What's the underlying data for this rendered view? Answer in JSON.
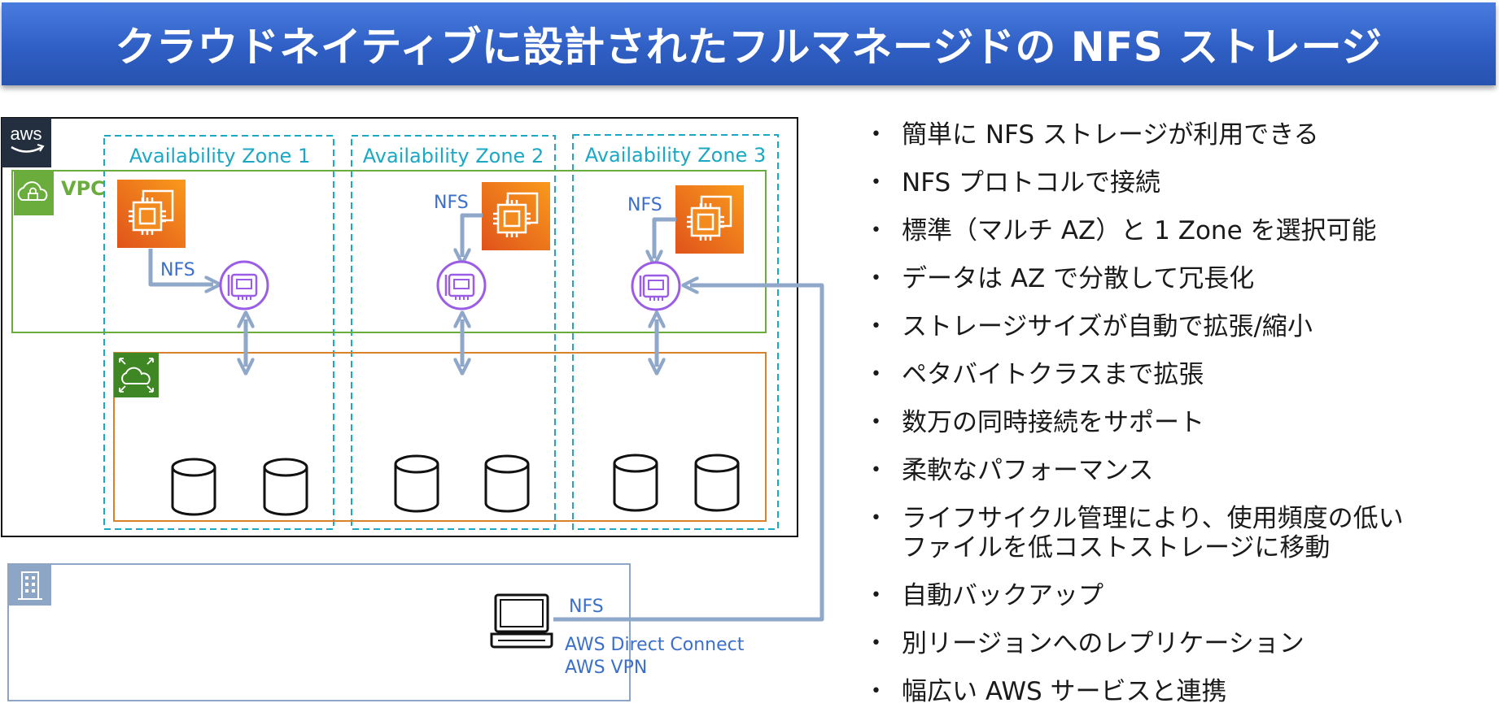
{
  "title": "クラウドネイティブに設計されたフルマネージドの NFS ストレージ",
  "diagram": {
    "aws_logo": "aws",
    "vpc_label": "VPC",
    "zones": [
      "Availability Zone 1",
      "Availability Zone 2",
      "Availability Zone 3"
    ],
    "nfs_label": "NFS",
    "client_nfs_label": "NFS",
    "connect_line1": "AWS Direct Connect",
    "connect_line2": "AWS VPN"
  },
  "features": [
    "簡単に NFS ストレージが利用できる",
    "NFS プロトコルで接続",
    "標準（マルチ AZ）と 1 Zone を選択可能",
    "データは AZ で分散して冗長化",
    "ストレージサイズが自動で拡張/縮小",
    "ペタバイトクラスまで拡張",
    "数万の同時接続をサポート",
    "柔軟なパフォーマンス",
    "ライフサイクル管理により、使用頻度の低い",
    "ファイルを低コストストレージに移動",
    "自動バックアップ",
    "別リージョンへのレプリケーション",
    "幅広い AWS サービスと連携"
  ],
  "colors": {
    "title_bg": "#2f5fc4",
    "zone": "#1ba8c4",
    "vpc": "#6aad3d",
    "efs_box": "#d9822b",
    "arrow": "#8fa7c9",
    "eni": "#9b5de5",
    "ec2_top": "#f7981d",
    "ec2_bottom": "#e25a1c",
    "nfs_text": "#3b6fc9",
    "corp": "#8ea6c6"
  }
}
